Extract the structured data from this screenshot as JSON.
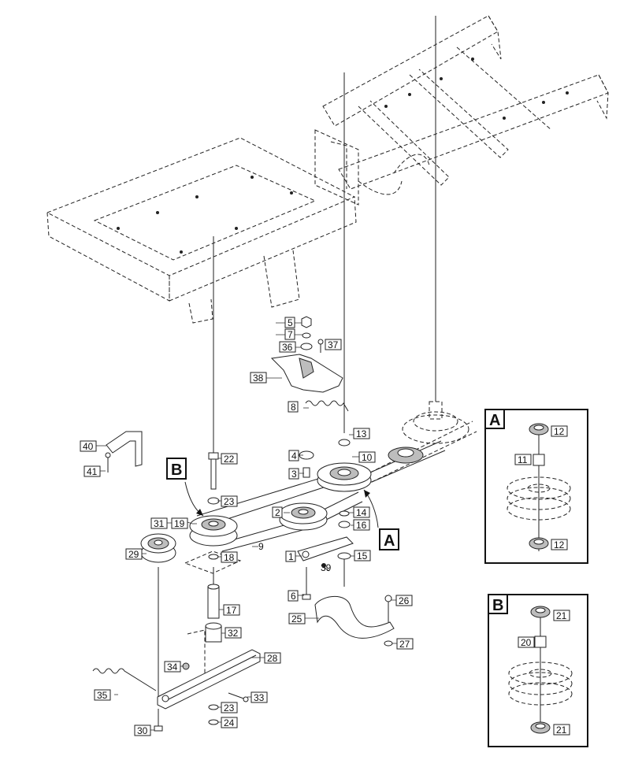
{
  "parts": [
    "1",
    "2",
    "3",
    "4",
    "5",
    "6",
    "7",
    "8",
    "9",
    "10",
    "11",
    "12",
    "13",
    "14",
    "15",
    "16",
    "17",
    "18",
    "19",
    "20",
    "21",
    "22",
    "23",
    "24",
    "25",
    "26",
    "27",
    "28",
    "29",
    "30",
    "31",
    "32",
    "33",
    "34",
    "35",
    "36",
    "37",
    "38",
    "39",
    "40",
    "41"
  ],
  "detail_labels": {
    "a": "A",
    "b": "B"
  },
  "inset_a": {
    "title": "A",
    "top_part": "12",
    "middle_part": "11",
    "bottom_part": "12"
  },
  "inset_b": {
    "title": "B",
    "top_part": "21",
    "middle_part": "20",
    "bottom_part": "21"
  }
}
